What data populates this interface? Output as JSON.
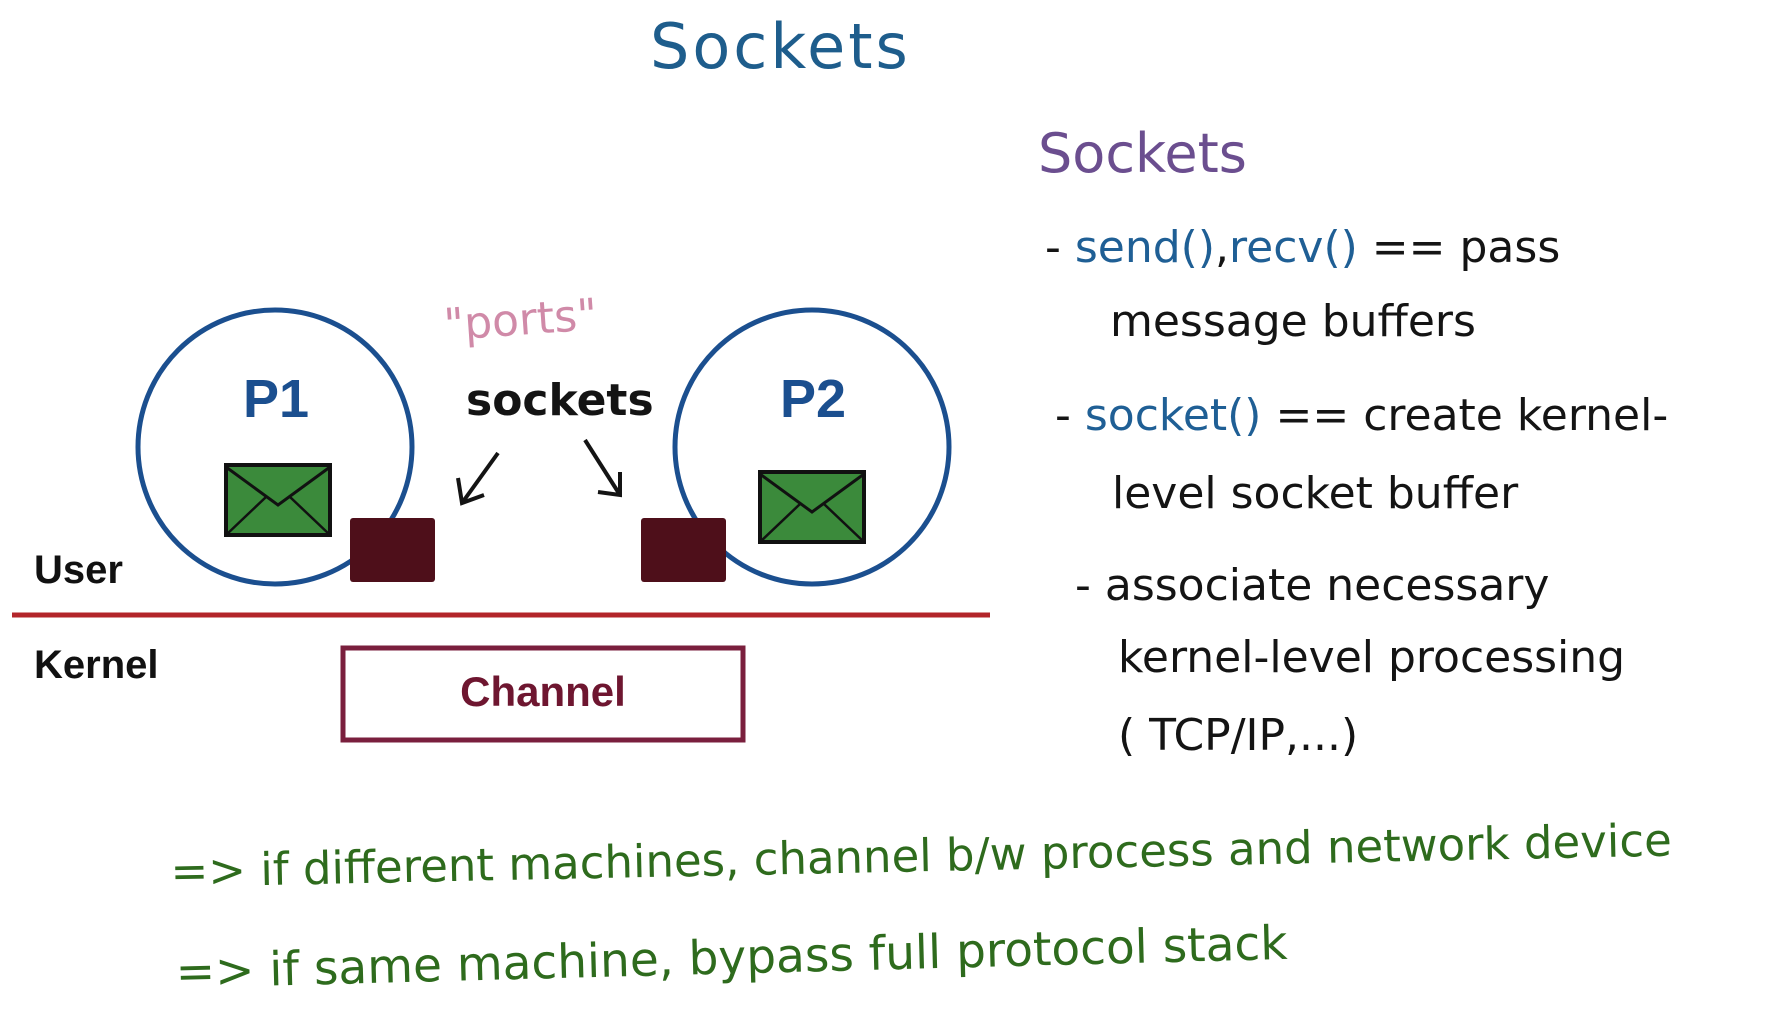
{
  "title": "Sockets",
  "diagram": {
    "ports_label": "\"ports\"",
    "sockets_label": "sockets",
    "p1_label": "P1",
    "p2_label": "P2",
    "user_label": "User",
    "kernel_label": "Kernel",
    "channel_label": "Channel"
  },
  "notes": {
    "heading": "Sockets",
    "item1_prefix": "- ",
    "item1_call1": "send()",
    "item1_comma": ",",
    "item1_call2": "recv()",
    "item1_rest": " == pass",
    "item1_line2": "message buffers",
    "item2_prefix": "- ",
    "item2_call": "socket()",
    "item2_rest": " == create kernel-",
    "item2_line2": "level socket buffer",
    "item3_line1": "- associate necessary",
    "item3_line2": "kernel-level processing",
    "item3_line3": "( TCP/IP,...)"
  },
  "conclusions": {
    "line1": "=> if different machines, channel b/w process and network device",
    "line2": "=> if same machine, bypass full protocol stack"
  },
  "colors": {
    "title": "#1e5d8c",
    "circle": "#1b4f8f",
    "envelope": "#3b8a3b",
    "socket_box": "#4e0f1a",
    "divider": "#b3252a",
    "channel_border": "#7a1f3d",
    "channel_text": "#6e1630",
    "ports": "#d08aa8",
    "heading_purple": "#6b4e8f",
    "conclusion_green": "#2e6b1d"
  }
}
